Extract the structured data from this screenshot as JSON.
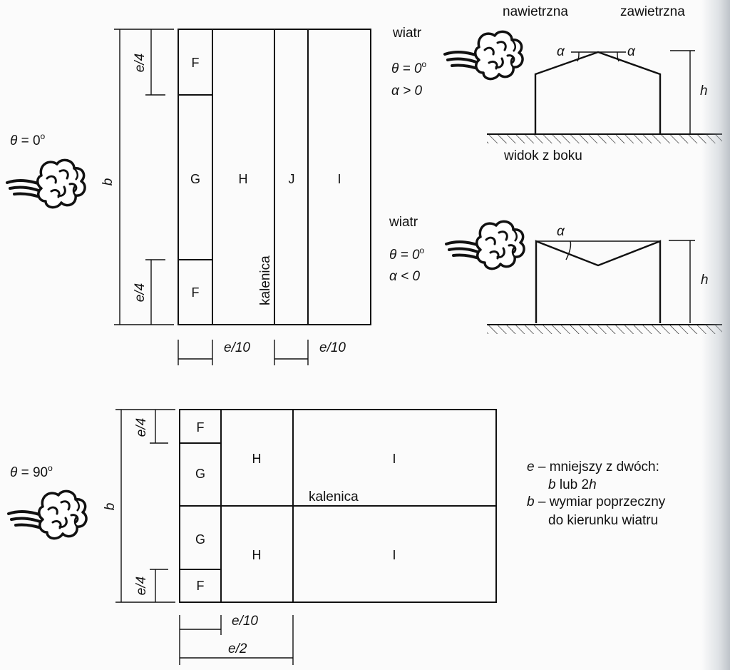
{
  "theta0": {
    "symbol": "θ",
    "value": " = 0",
    "deg": "o"
  },
  "theta90": {
    "symbol": "θ",
    "value": " = 90",
    "deg": "o"
  },
  "dims": {
    "b": "b",
    "e4": "e/4",
    "e10": "e/10",
    "e2": "e/2",
    "h": "h"
  },
  "plan_top": {
    "zones": {
      "F_top": "F",
      "G": "G",
      "F_bottom": "F",
      "H": "H",
      "J": "J",
      "I": "I"
    },
    "ridge": "kalenica"
  },
  "plan_bottom": {
    "zones": {
      "F_top": "F",
      "G_top": "G",
      "G_bottom": "G",
      "F_bottom": "F",
      "H_top": "H",
      "H_bottom": "H",
      "I_top": "I",
      "I_bottom": "I"
    },
    "ridge": "kalenica"
  },
  "case_pos": {
    "wind": "wiatr",
    "theta": "θ = 0",
    "deg": "o",
    "alpha": "α > 0"
  },
  "case_neg": {
    "wind": "wiatr",
    "theta": "θ = 0",
    "deg": "o",
    "alpha": "α < 0"
  },
  "side": {
    "windward": "nawietrzna",
    "leeward": "zawietrzna",
    "caption": "widok z boku",
    "alpha": "α"
  },
  "legend": {
    "e_sym": "e",
    "e_rest": " – mniejszy z dwóch:",
    "e_line2a": "b",
    "e_line2b": " lub 2",
    "e_line2c": "h",
    "b_sym": "b",
    "b_rest": " – wymiar poprzeczny",
    "b_line2": "do kierunku wiatru"
  },
  "icons": [
    "wind-gust-icon"
  ]
}
